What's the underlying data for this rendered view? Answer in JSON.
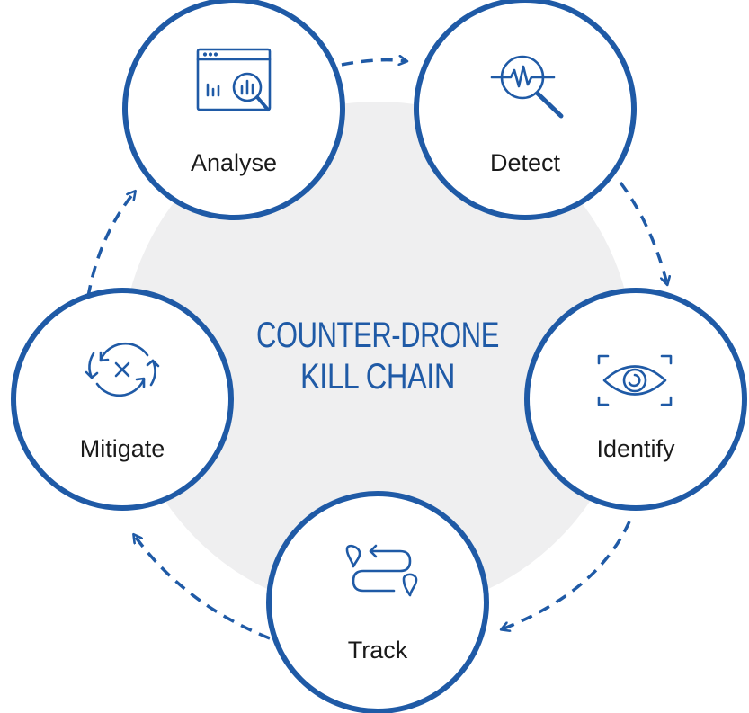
{
  "diagram": {
    "center_title": {
      "line1": "COUNTER-DRONE",
      "line2": "KILL CHAIN"
    },
    "stages": [
      {
        "id": "analyse",
        "label": "Analyse",
        "icon": "analytics-magnifier-icon"
      },
      {
        "id": "detect",
        "label": "Detect",
        "icon": "signal-magnifier-icon"
      },
      {
        "id": "identify",
        "label": "Identify",
        "icon": "eye-scan-icon"
      },
      {
        "id": "track",
        "label": "Track",
        "icon": "route-pins-icon"
      },
      {
        "id": "mitigate",
        "label": "Mitigate",
        "icon": "cycle-cancel-icon"
      }
    ],
    "flow": [
      "analyse",
      "detect",
      "identify",
      "track",
      "mitigate",
      "analyse"
    ],
    "colors": {
      "primary": "#1f5aa6",
      "center_disc": "#efeff0",
      "node_fill": "#ffffff",
      "label_text": "#1a1a1a"
    }
  }
}
